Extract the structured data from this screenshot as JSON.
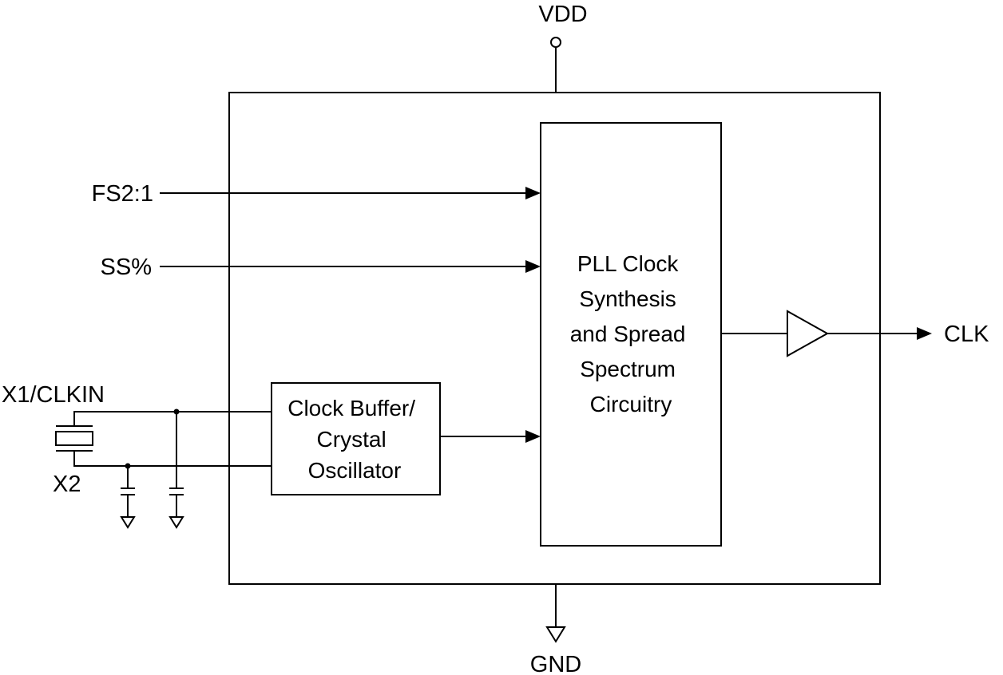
{
  "pins": {
    "vdd": "VDD",
    "gnd": "GND",
    "fs": "FS2:1",
    "ss": "SS%",
    "x1": "X1/CLKIN",
    "x2": "X2",
    "clk": "CLK"
  },
  "blocks": {
    "oscillator": [
      "Clock Buffer/",
      "Crystal",
      "Oscillator"
    ],
    "pll": [
      "PLL Clock",
      "Synthesis",
      "and Spread",
      "Spectrum",
      "Circuitry"
    ]
  }
}
